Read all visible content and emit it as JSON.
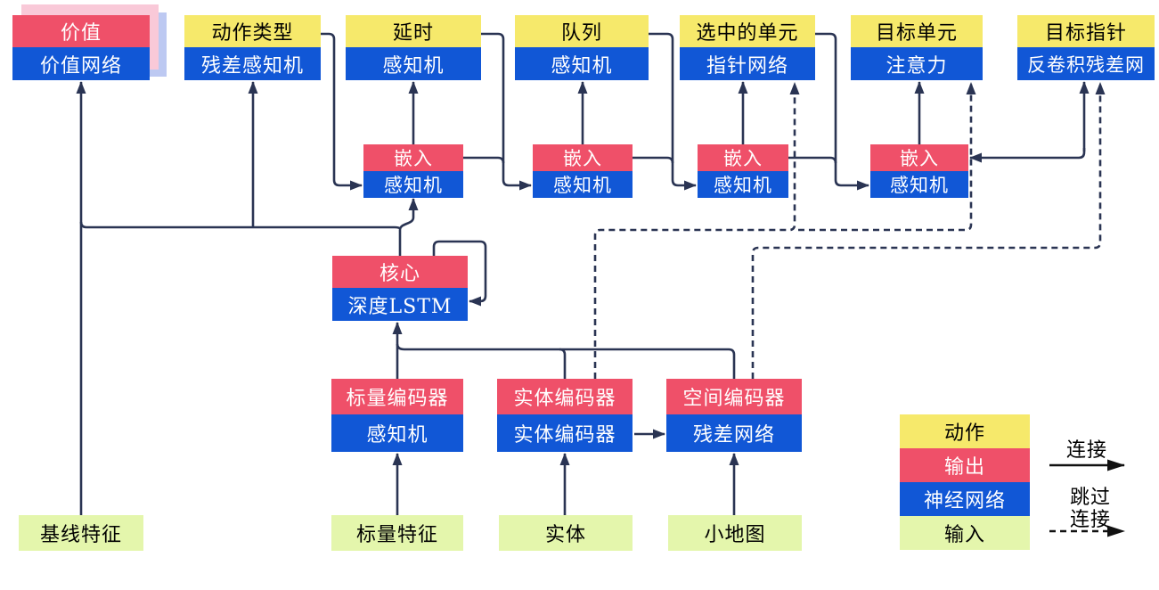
{
  "palette": {
    "action_yellow": "#F6E96B",
    "output_red": "#EF5069",
    "network_blue": "#1157D6",
    "input_green": "#E4F6AC",
    "connector_navy": "#2A3453",
    "legend_black": "#111111",
    "value_shadow_pink": "#F9C9D8",
    "value_shadow_blue": "#BDC9F2"
  },
  "nodes": {
    "value": {
      "top": "价值",
      "bottom": "价值网络"
    },
    "action_type": {
      "top": "动作类型",
      "bottom": "残差感知机"
    },
    "delay": {
      "top": "延时",
      "bottom": "感知机"
    },
    "queue": {
      "top": "队列",
      "bottom": "感知机"
    },
    "selected_units": {
      "top": "选中的单元",
      "bottom": "指针网络"
    },
    "target_unit": {
      "top": "目标单元",
      "bottom": "注意力"
    },
    "target_point": {
      "top": "目标指针",
      "bottom": "反卷积残差网"
    },
    "embed1": {
      "top": "嵌入",
      "bottom": "感知机"
    },
    "embed2": {
      "top": "嵌入",
      "bottom": "感知机"
    },
    "embed3": {
      "top": "嵌入",
      "bottom": "感知机"
    },
    "embed4": {
      "top": "嵌入",
      "bottom": "感知机"
    },
    "core": {
      "top": "核心",
      "bottom": "深度LSTM"
    },
    "scalar_encoder": {
      "top": "标量编码器",
      "bottom": "感知机"
    },
    "entity_encoder": {
      "top": "实体编码器",
      "bottom": "实体编码器"
    },
    "spatial_encoder": {
      "top": "空间编码器",
      "bottom": "残差网络"
    },
    "baseline_features": {
      "label": "基线特征"
    },
    "scalar_features": {
      "label": "标量特征"
    },
    "entities": {
      "label": "实体"
    },
    "minimap": {
      "label": "小地图"
    }
  },
  "legend": {
    "action": "动作",
    "output": "输出",
    "network": "神经网络",
    "input": "输入",
    "solid_connection": "连接",
    "skip_connection_line1": "跳过",
    "skip_connection_line2": "连接"
  }
}
